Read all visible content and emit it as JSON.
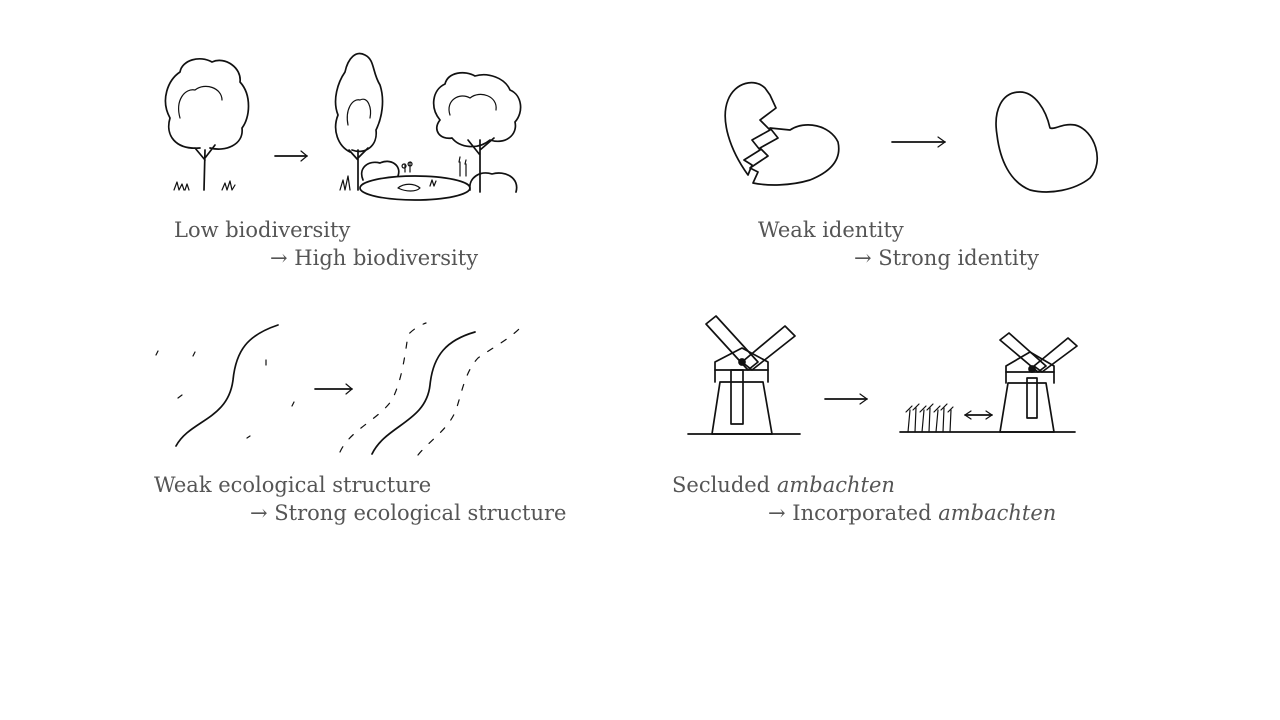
{
  "panels": [
    {
      "before": "Low biodiversity",
      "after": "High biodiversity"
    },
    {
      "before": "Weak identity",
      "after": "Strong identity"
    },
    {
      "before": "Weak ecological structure",
      "after": "Strong ecological structure"
    },
    {
      "before_prefix": "Secluded",
      "before_italic": "ambachten",
      "after_prefix": "Incorporated",
      "after_italic": "ambachten"
    }
  ],
  "arrow_glyph": "→"
}
